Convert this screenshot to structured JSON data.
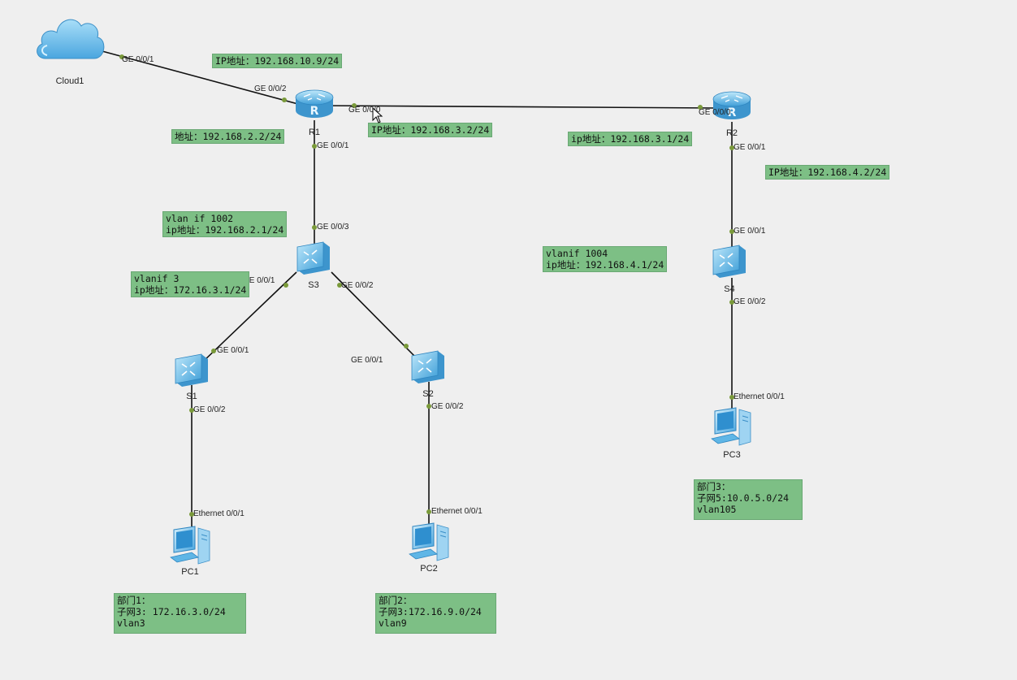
{
  "devices": {
    "cloud1": "Cloud1",
    "r1": "R1",
    "r2": "R2",
    "s1": "S1",
    "s2": "S2",
    "s3": "S3",
    "s4": "S4",
    "pc1": "PC1",
    "pc2": "PC2",
    "pc3": "PC3"
  },
  "icons": {
    "cloud": "cloud-icon",
    "router": "router-icon",
    "switch": "switch-icon",
    "pc": "pc-icon"
  },
  "colors": {
    "background": "#efefef",
    "note_fill": "#7dbf85",
    "link": "#111111",
    "port_dot": "#7a9a3a",
    "device_blue": "#5fb6e6"
  },
  "ports": {
    "cloud_ge001": "GE 0/0/1",
    "r1_ge002": "GE 0/0/2",
    "r1_ge000": "GE 0/0/0",
    "r1_ge001": "GE 0/0/1",
    "r2_ge000": "GE 0/0/0",
    "r2_ge001": "GE 0/0/1",
    "s3_ge003": "GE 0/0/3",
    "s3_ge001": "GE 0/0/1",
    "s3_ge002": "GE 0/0/2",
    "s1_ge001": "GE 0/0/1",
    "s1_ge002": "GE 0/0/2",
    "s2_ge001": "GE 0/0/1",
    "s2_ge002": "GE 0/0/2",
    "s4_ge001": "GE 0/0/1",
    "s4_ge002": "GE 0/0/2",
    "pc1_eth": "Ethernet 0/0/1",
    "pc2_eth": "Ethernet 0/0/1",
    "pc3_eth": "Ethernet 0/0/1"
  },
  "notes": {
    "r1_up": [
      "IP地址：192.168.10.9/24"
    ],
    "r1_down": [
      "地址：192.168.2.2/24"
    ],
    "r1_right": [
      "IP地址：192.168.3.2/24"
    ],
    "r2_left": [
      "ip地址：192.168.3.1/24"
    ],
    "r2_down": [
      "IP地址：192.168.4.2/24"
    ],
    "s3_up": [
      "vlan if 1002",
      "ip地址：192.168.2.1/24"
    ],
    "s3_left": [
      "vlanif 3",
      "ip地址：172.16.3.1/24"
    ],
    "s4_up": [
      "vlanif 1004",
      "ip地址：192.168.4.1/24"
    ],
    "dept1": [
      "部门1：",
      "子网3: 172.16.3.0/24",
      "vlan3"
    ],
    "dept2": [
      "部门2：",
      "子网3:172.16.9.0/24",
      "vlan9"
    ],
    "dept3": [
      "部门3：",
      "子网5:10.0.5.0/24",
      "vlan105"
    ]
  }
}
